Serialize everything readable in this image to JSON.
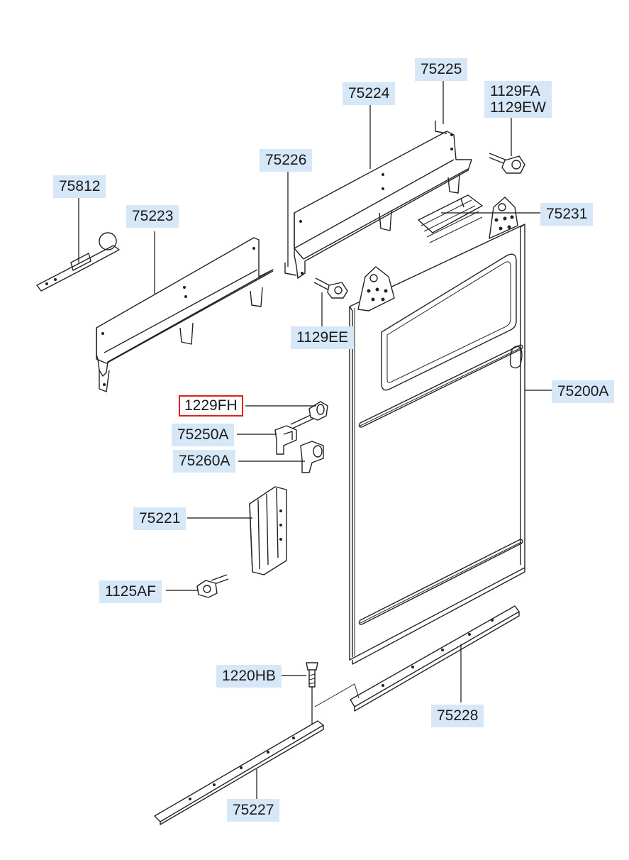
{
  "diagram": {
    "parts": [
      {
        "id": "75225",
        "text": "75225"
      },
      {
        "id": "75224",
        "text": "75224"
      },
      {
        "id": "1129FA_1129EW",
        "text": "1129FA\n1129EW"
      },
      {
        "id": "75226",
        "text": "75226"
      },
      {
        "id": "75812",
        "text": "75812"
      },
      {
        "id": "75223",
        "text": "75223"
      },
      {
        "id": "75231",
        "text": "75231"
      },
      {
        "id": "1129EE",
        "text": "1129EE"
      },
      {
        "id": "75200A",
        "text": "75200A"
      },
      {
        "id": "1229FH",
        "text": "1229FH",
        "highlighted": true
      },
      {
        "id": "75250A",
        "text": "75250A"
      },
      {
        "id": "75260A",
        "text": "75260A"
      },
      {
        "id": "75221",
        "text": "75221"
      },
      {
        "id": "1125AF",
        "text": "1125AF"
      },
      {
        "id": "1220HB",
        "text": "1220HB"
      },
      {
        "id": "75228",
        "text": "75228"
      },
      {
        "id": "75227",
        "text": "75227"
      }
    ],
    "colors": {
      "label_background": "#d6e8f8",
      "highlight_border": "#e02020",
      "line": "#222222"
    }
  }
}
